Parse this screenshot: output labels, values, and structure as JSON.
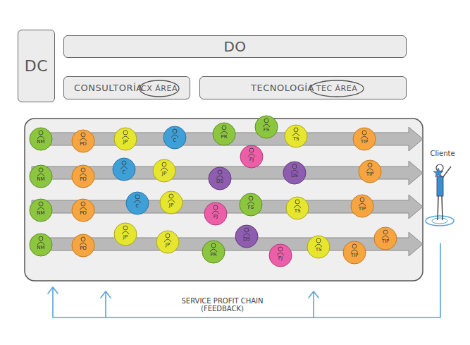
{
  "diagram": {
    "nodes": [
      {
        "text": [
          "DC"
        ]
      },
      {
        "text": [
          "DO"
        ]
      },
      {
        "text": [
          "CONSULTORÍA"
        ]
      },
      {
        "text": [
          "CX ÁREA"
        ],
        "in": 2
      },
      {
        "text": [
          "TECNOLOGÍA"
        ]
      },
      {
        "text": [
          "TEC ÁREA"
        ],
        "in": 4
      },
      {
        "text": [
          "NM"
        ]
      },
      {
        "text": [
          "PO"
        ]
      },
      {
        "text": [
          "JP"
        ]
      },
      {
        "text": [
          "C"
        ]
      },
      {
        "text": [
          "PR"
        ]
      },
      {
        "text": [
          "FS"
        ]
      },
      {
        "text": [
          "TS"
        ]
      },
      {
        "text": [
          "TIP"
        ]
      },
      {
        "text": [
          "PJ"
        ]
      },
      {
        "text": [
          "NM"
        ]
      },
      {
        "text": [
          "PO"
        ]
      },
      {
        "text": [
          "C"
        ]
      },
      {
        "text": [
          "JP"
        ]
      },
      {
        "text": [
          "DS"
        ]
      },
      {
        "text": [
          "DS"
        ]
      },
      {
        "text": [
          "TIP"
        ]
      },
      {
        "text": [
          "NM"
        ]
      },
      {
        "text": [
          "PO"
        ]
      },
      {
        "text": [
          "C"
        ]
      },
      {
        "text": [
          "JP"
        ]
      },
      {
        "text": [
          "PJ"
        ]
      },
      {
        "text": [
          "FS"
        ]
      },
      {
        "text": [
          "TS"
        ]
      },
      {
        "text": [
          "TIP"
        ]
      },
      {
        "text": [
          "NM"
        ]
      },
      {
        "text": [
          "PO"
        ]
      },
      {
        "text": [
          "JP"
        ]
      },
      {
        "text": [
          "JP"
        ]
      },
      {
        "text": [
          "PR"
        ]
      },
      {
        "text": [
          "DS"
        ]
      },
      {
        "text": [
          "PJ"
        ]
      },
      {
        "text": [
          "TS"
        ]
      },
      {
        "text": [
          "TIP"
        ]
      },
      {
        "text": [
          "TIP"
        ]
      }
    ],
    "labels": [
      "Cliente",
      "SERVICE PROFIT CHAIN (FEEDBACK)"
    ]
  }
}
